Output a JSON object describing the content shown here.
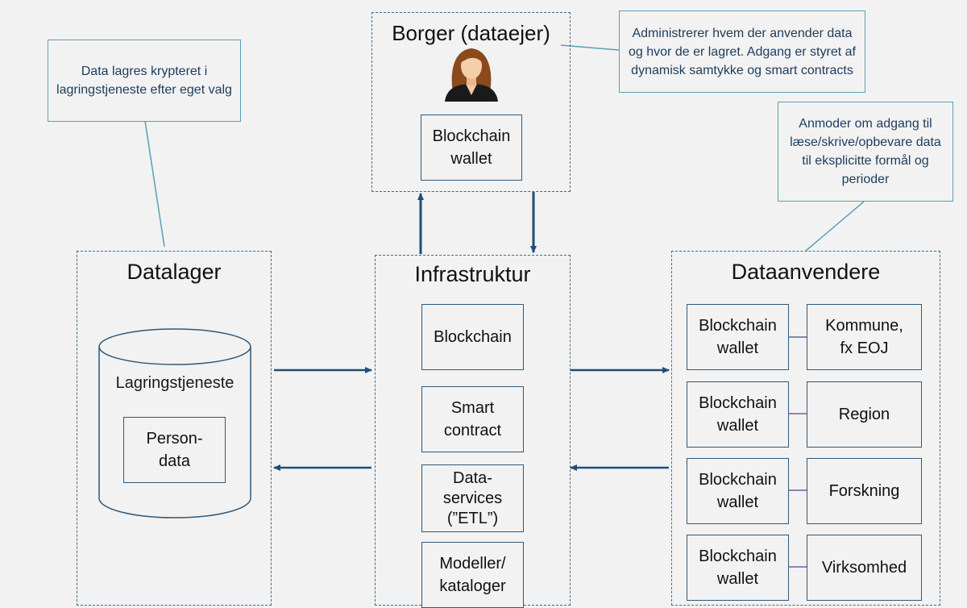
{
  "callouts": {
    "storage": "Data lagres krypteret i lagringstjeneste efter eget valg",
    "citizen": "Administrerer hvem der anvender data og hvor de er lagret. Adgang er styret af dynamisk samtykke og smart contracts",
    "users": "Anmoder om adgang til læse/skrive/opbevare data til eksplicitte formål og perioder"
  },
  "citizen": {
    "title": "Borger (dataejer)",
    "avatar_icon": "woman-user-icon",
    "wallet": "Blockchain\nwallet"
  },
  "datalager": {
    "title": "Datalager",
    "storage_label": "Lagringstjeneste",
    "persondata": "Person-\ndata"
  },
  "infrastructure": {
    "title": "Infrastruktur",
    "items": [
      "Blockchain",
      "Smart\ncontract",
      "Data-\nservices\n(”ETL”)",
      "Modeller/\nkataloger"
    ]
  },
  "dataanvendere": {
    "title": "Dataanvendere",
    "rows": [
      {
        "wallet": "Blockchain\nwallet",
        "entity": "Kommune,\nfx EOJ"
      },
      {
        "wallet": "Blockchain\nwallet",
        "entity": "Region"
      },
      {
        "wallet": "Blockchain\nwallet",
        "entity": "Forskning"
      },
      {
        "wallet": "Blockchain\nwallet",
        "entity": "Virksomhed"
      }
    ]
  },
  "colors": {
    "arrow": "#1f4e79",
    "group_border": "#3e6c8f",
    "callout_border": "#5aa0b7",
    "callout_text": "#1d3c5c"
  }
}
